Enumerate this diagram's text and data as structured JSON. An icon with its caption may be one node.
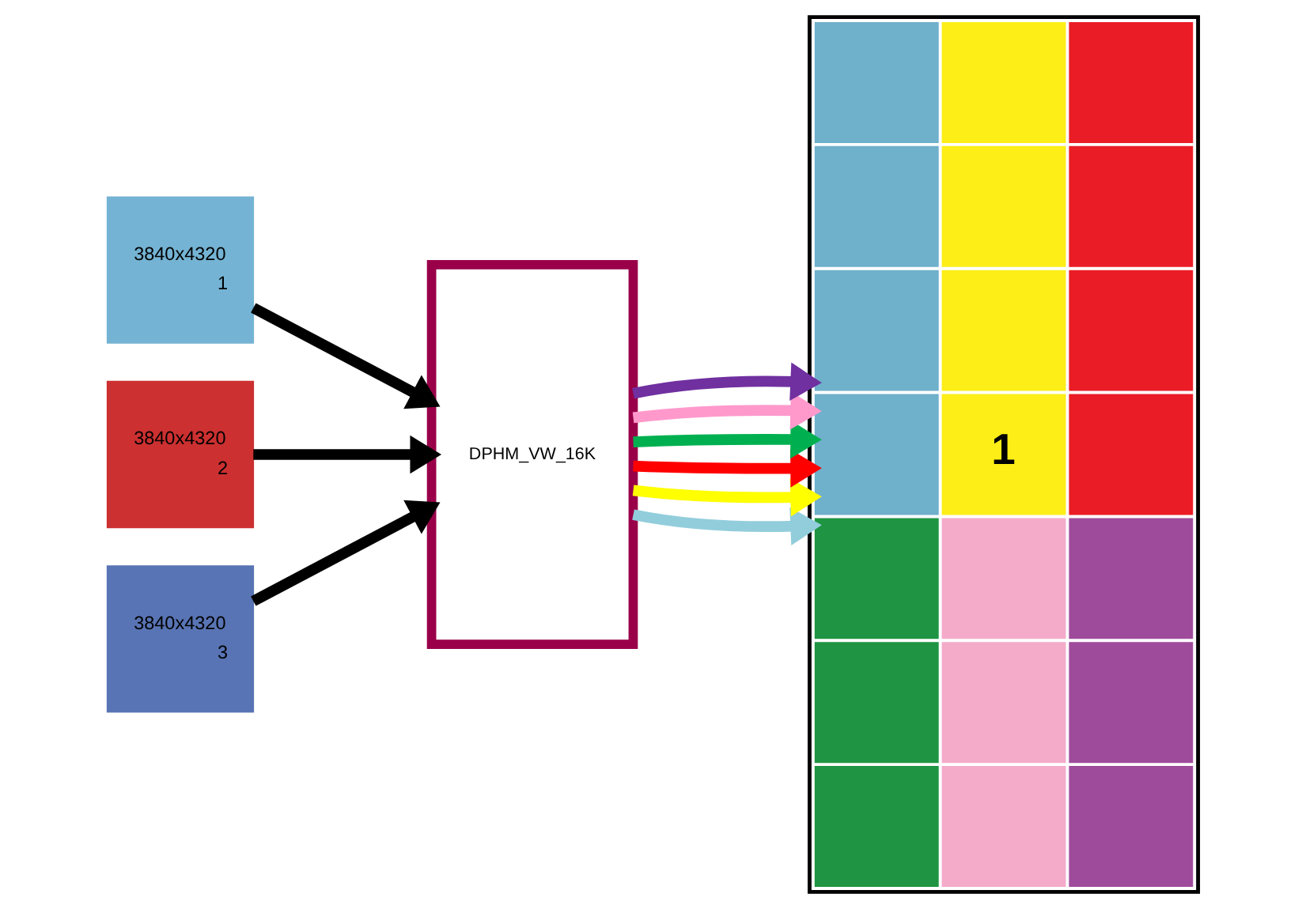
{
  "diagram": {
    "nodes": [
      {
        "text": [
          "3840x4320",
          "1"
        ]
      },
      {
        "text": [
          "3840x4320",
          "2"
        ]
      },
      {
        "text": [
          "3840x4320",
          "3"
        ]
      },
      {
        "text": [
          "DPHM_VW_16K"
        ]
      },
      {
        "text": [
          "1"
        ]
      }
    ],
    "edges": [
      {
        "from": 0,
        "to": 3,
        "arrow": "to"
      },
      {
        "from": 1,
        "to": 3,
        "arrow": "to"
      },
      {
        "from": 2,
        "to": 3,
        "arrow": "to"
      },
      {
        "from": 3,
        "to": 4,
        "arrow": "to",
        "color": "#92cddc"
      },
      {
        "from": 3,
        "to": 4,
        "arrow": "to",
        "color": "#ffff00"
      },
      {
        "from": 3,
        "to": 4,
        "arrow": "to",
        "color": "#ff0000"
      },
      {
        "from": 3,
        "to": 4,
        "arrow": "to",
        "color": "#00b050"
      },
      {
        "from": 3,
        "to": 4,
        "arrow": "to",
        "color": "#ff99cc"
      },
      {
        "from": 3,
        "to": 4,
        "arrow": "to",
        "color": "#7030a0"
      }
    ]
  }
}
